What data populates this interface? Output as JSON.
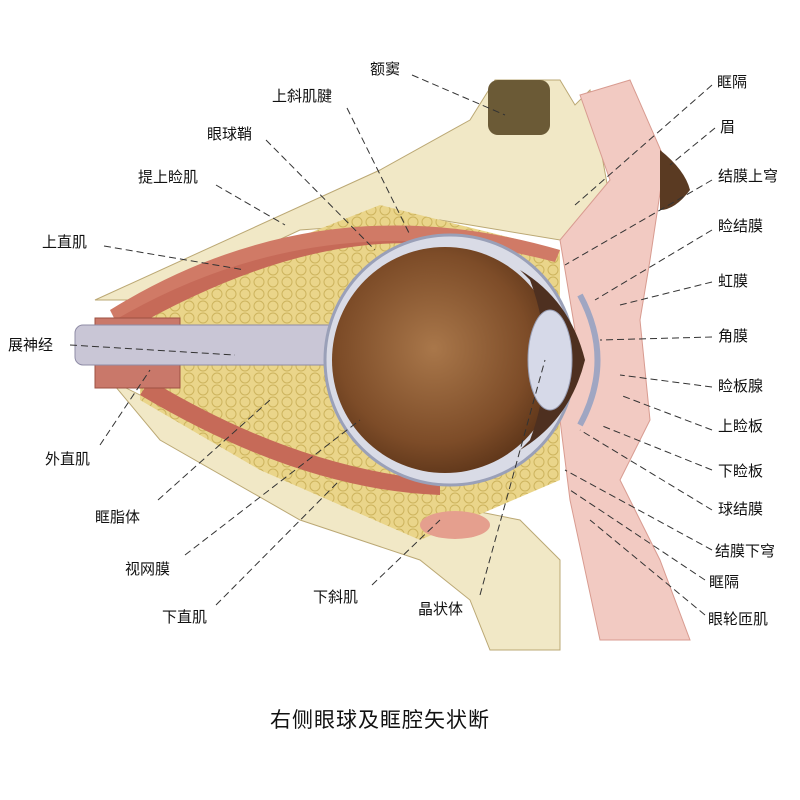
{
  "title": "右侧眼球及眶腔矢状断",
  "labels_left": {
    "frontal_sinus": "额窦",
    "superior_oblique_tendon": "上斜肌腱",
    "bulbar_sheath": "眼球鞘",
    "levator": "提上睑肌",
    "superior_rectus": "上直肌",
    "abducens_nerve": "展神经",
    "lateral_rectus": "外直肌",
    "orbital_fat": "眶脂体",
    "retina": "视网膜",
    "inferior_rectus": "下直肌",
    "inferior_oblique": "下斜肌",
    "lens": "晶状体"
  },
  "labels_right": {
    "orbital_septum_upper": "眶隔",
    "eyebrow": "眉",
    "superior_fornix": "结膜上穹",
    "palpebral_conjunctiva": "睑结膜",
    "iris": "虹膜",
    "cornea": "角膜",
    "tarsal_glands": "睑板腺",
    "superior_tarsus": "上睑板",
    "inferior_tarsus": "下睑板",
    "bulbar_conjunctiva": "球结膜",
    "inferior_fornix": "结膜下穹",
    "orbital_septum_lower": "眶隔",
    "orbicularis": "眼轮匝肌"
  }
}
